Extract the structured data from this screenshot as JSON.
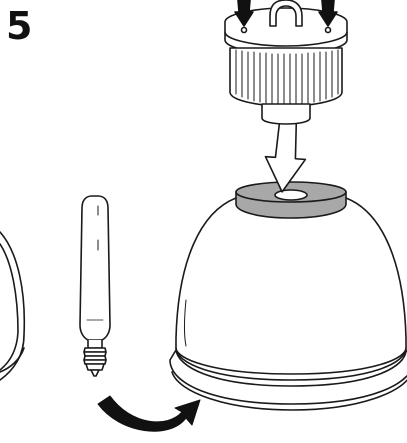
{
  "step": {
    "number": "5"
  },
  "colors": {
    "line": "#1a1a1a",
    "fill": "#ffffff",
    "collar": "#a8a8a8",
    "arrow": "#111111"
  },
  "parts": {
    "heat_sink": "heat-sink-module",
    "bulb": "tubular-bulb",
    "shade": "dome-shade",
    "partial_shade": "partial-shade"
  }
}
